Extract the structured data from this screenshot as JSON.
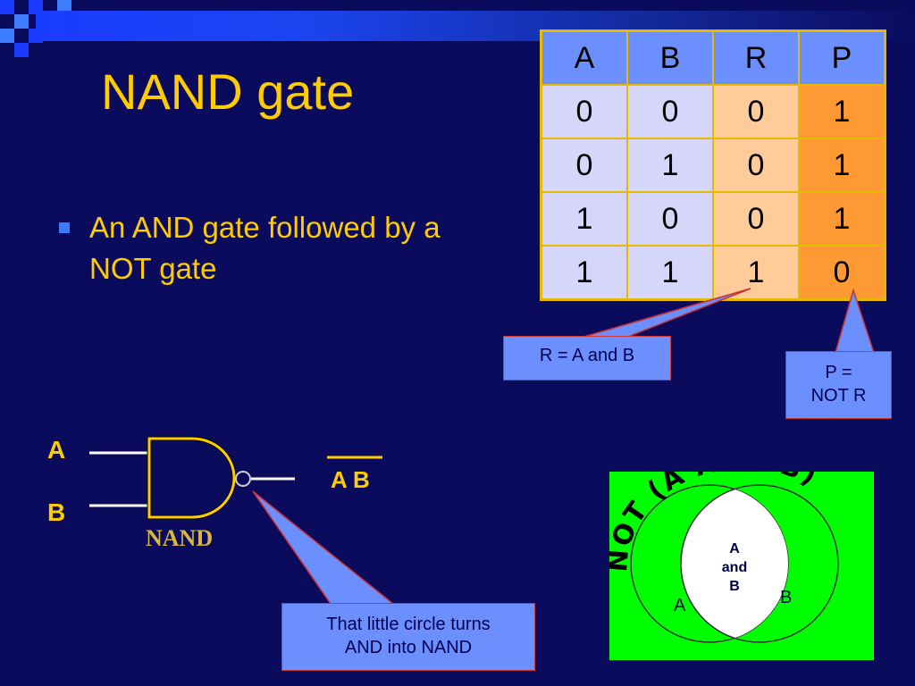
{
  "slide": {
    "title": "NAND gate",
    "bullet": "An AND gate followed by a NOT gate"
  },
  "truth_table": {
    "headers": [
      "A",
      "B",
      "R",
      "P"
    ],
    "rows": [
      [
        "0",
        "0",
        "0",
        "1"
      ],
      [
        "0",
        "1",
        "0",
        "1"
      ],
      [
        "1",
        "0",
        "0",
        "1"
      ],
      [
        "1",
        "1",
        "1",
        "0"
      ]
    ]
  },
  "callouts": {
    "r_note": "R = A and B",
    "p_note_line1": "P =",
    "p_note_line2": "NOT R",
    "circle_note_line1": "That little circle turns",
    "circle_note_line2": "AND into NAND"
  },
  "gate": {
    "input_a": "A",
    "input_b": "B",
    "gate_label": "NAND",
    "output_label": "A B"
  },
  "venn": {
    "arc_text": "NOT (A AND B)",
    "left_label": "A",
    "right_label": "B",
    "center_line1": "A",
    "center_line2": "and",
    "center_line3": "B"
  },
  "colors": {
    "background": "#0b0b5e",
    "title_yellow": "#ffcc00",
    "header_blue": "#6c8fff",
    "venn_green": "#00ff00"
  }
}
